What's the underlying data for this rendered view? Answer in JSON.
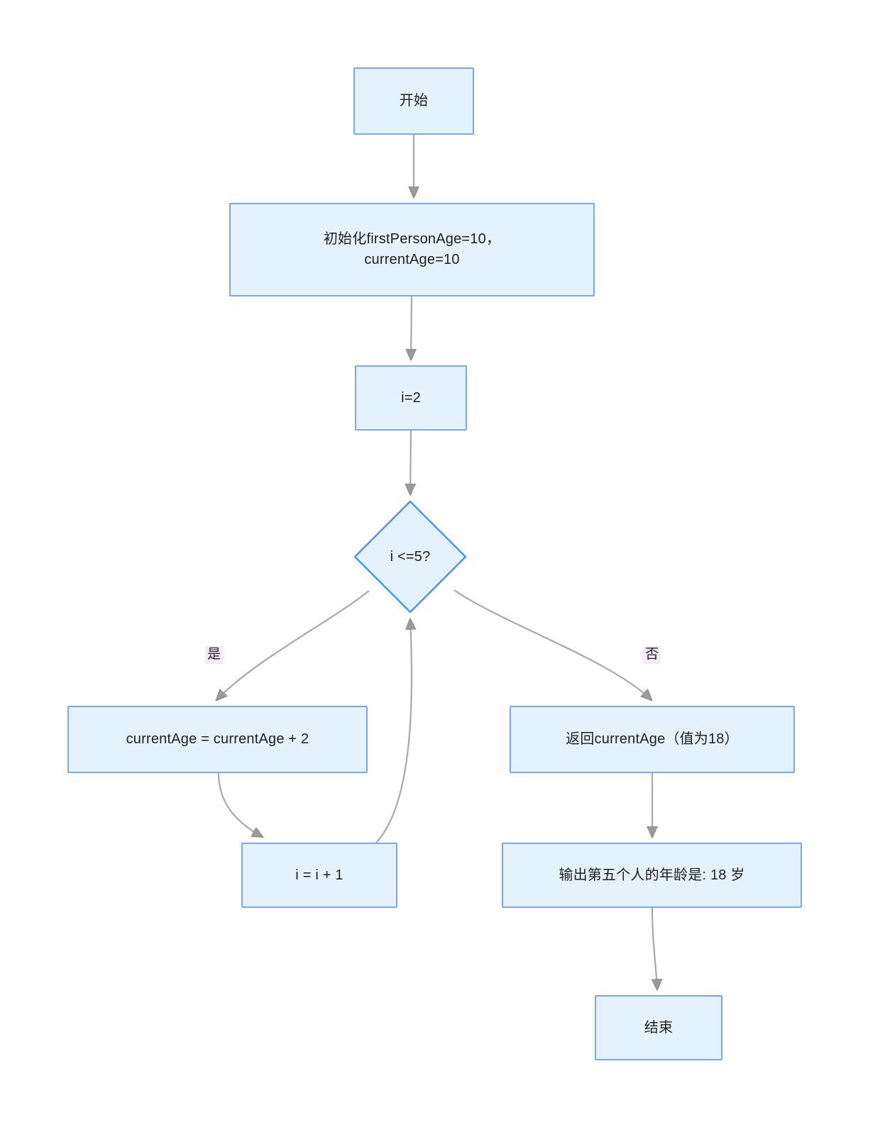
{
  "diagram": {
    "type": "flowchart",
    "title": "",
    "direction": "top-to-bottom",
    "colors": {
      "node_fill": "#e4f2fd",
      "node_border": "#7aa7ef",
      "edge_stroke": "#a8a8a8",
      "label_background": "#f2e9fb",
      "text": "#1f1f1f",
      "canvas_background": "#ffffff"
    },
    "nodes": [
      {
        "id": "start",
        "shape": "rectangle",
        "label": "开始"
      },
      {
        "id": "init",
        "shape": "rectangle",
        "label": "初始化firstPersonAge=10，\ncurrentAge=10"
      },
      {
        "id": "setI",
        "shape": "rectangle",
        "label": "i=2"
      },
      {
        "id": "condition",
        "shape": "diamond",
        "label": "i <=5?"
      },
      {
        "id": "addAge",
        "shape": "rectangle",
        "label": "currentAge = currentAge + 2"
      },
      {
        "id": "returnAge",
        "shape": "rectangle",
        "label": "返回currentAge（值为18）"
      },
      {
        "id": "increment",
        "shape": "rectangle",
        "label": "i = i + 1"
      },
      {
        "id": "output",
        "shape": "rectangle",
        "label": "输出第五个人的年龄是: 18 岁"
      },
      {
        "id": "end",
        "shape": "rectangle",
        "label": "结束"
      }
    ],
    "edges": [
      {
        "from": "start",
        "to": "init",
        "label": ""
      },
      {
        "from": "init",
        "to": "setI",
        "label": ""
      },
      {
        "from": "setI",
        "to": "condition",
        "label": ""
      },
      {
        "from": "condition",
        "to": "addAge",
        "label": "是"
      },
      {
        "from": "condition",
        "to": "returnAge",
        "label": "否"
      },
      {
        "from": "addAge",
        "to": "increment",
        "label": ""
      },
      {
        "from": "increment",
        "to": "condition",
        "label": ""
      },
      {
        "from": "returnAge",
        "to": "output",
        "label": ""
      },
      {
        "from": "output",
        "to": "end",
        "label": ""
      }
    ],
    "edge_labels": {
      "yes": "是",
      "no": "否"
    }
  }
}
